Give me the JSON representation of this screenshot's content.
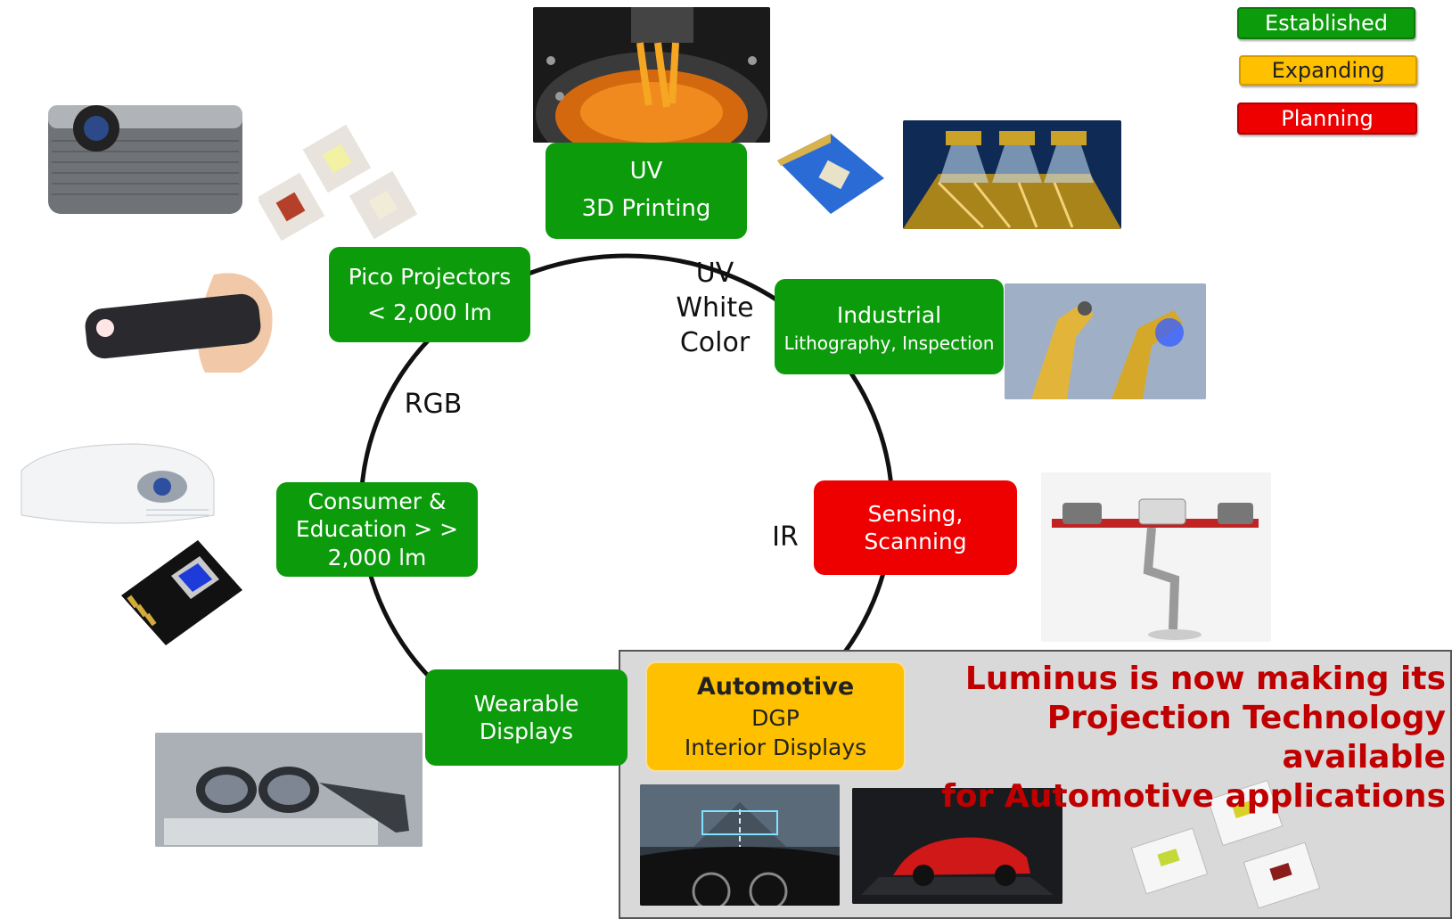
{
  "legend": {
    "established": {
      "label": "Established",
      "color": "#0b9b0b"
    },
    "expanding": {
      "label": "Expanding",
      "color": "#ffc000"
    },
    "planning": {
      "label": "Planning",
      "color": "#ee0000"
    }
  },
  "nodes": {
    "uv_printing": {
      "line1": "UV",
      "line2": "3D Printing",
      "status": "established"
    },
    "industrial": {
      "line1": "Industrial",
      "line2": "Lithography, Inspection",
      "status": "established"
    },
    "sensing": {
      "line1": "Sensing,",
      "line2": "Scanning",
      "status": "planning"
    },
    "automotive": {
      "line1": "Automotive",
      "line2": "DGP",
      "line3": "Interior Displays",
      "status": "expanding"
    },
    "wearable": {
      "line1": "Wearable",
      "line2": "Displays",
      "status": "established"
    },
    "consumer": {
      "line1": "Consumer &",
      "line2": "Education > >",
      "line3": "2,000 lm",
      "status": "established"
    },
    "pico": {
      "line1": "Pico Projectors",
      "line2": "< 2,000 lm",
      "status": "established"
    }
  },
  "ring_labels": {
    "uv": "UV",
    "white": "White",
    "color": "Color",
    "rgb": "RGB",
    "ir": "IR"
  },
  "automotive_message": {
    "line1": "Luminus is now making its",
    "line2": "Projection Technology available",
    "line3": "for Automotive applications"
  }
}
